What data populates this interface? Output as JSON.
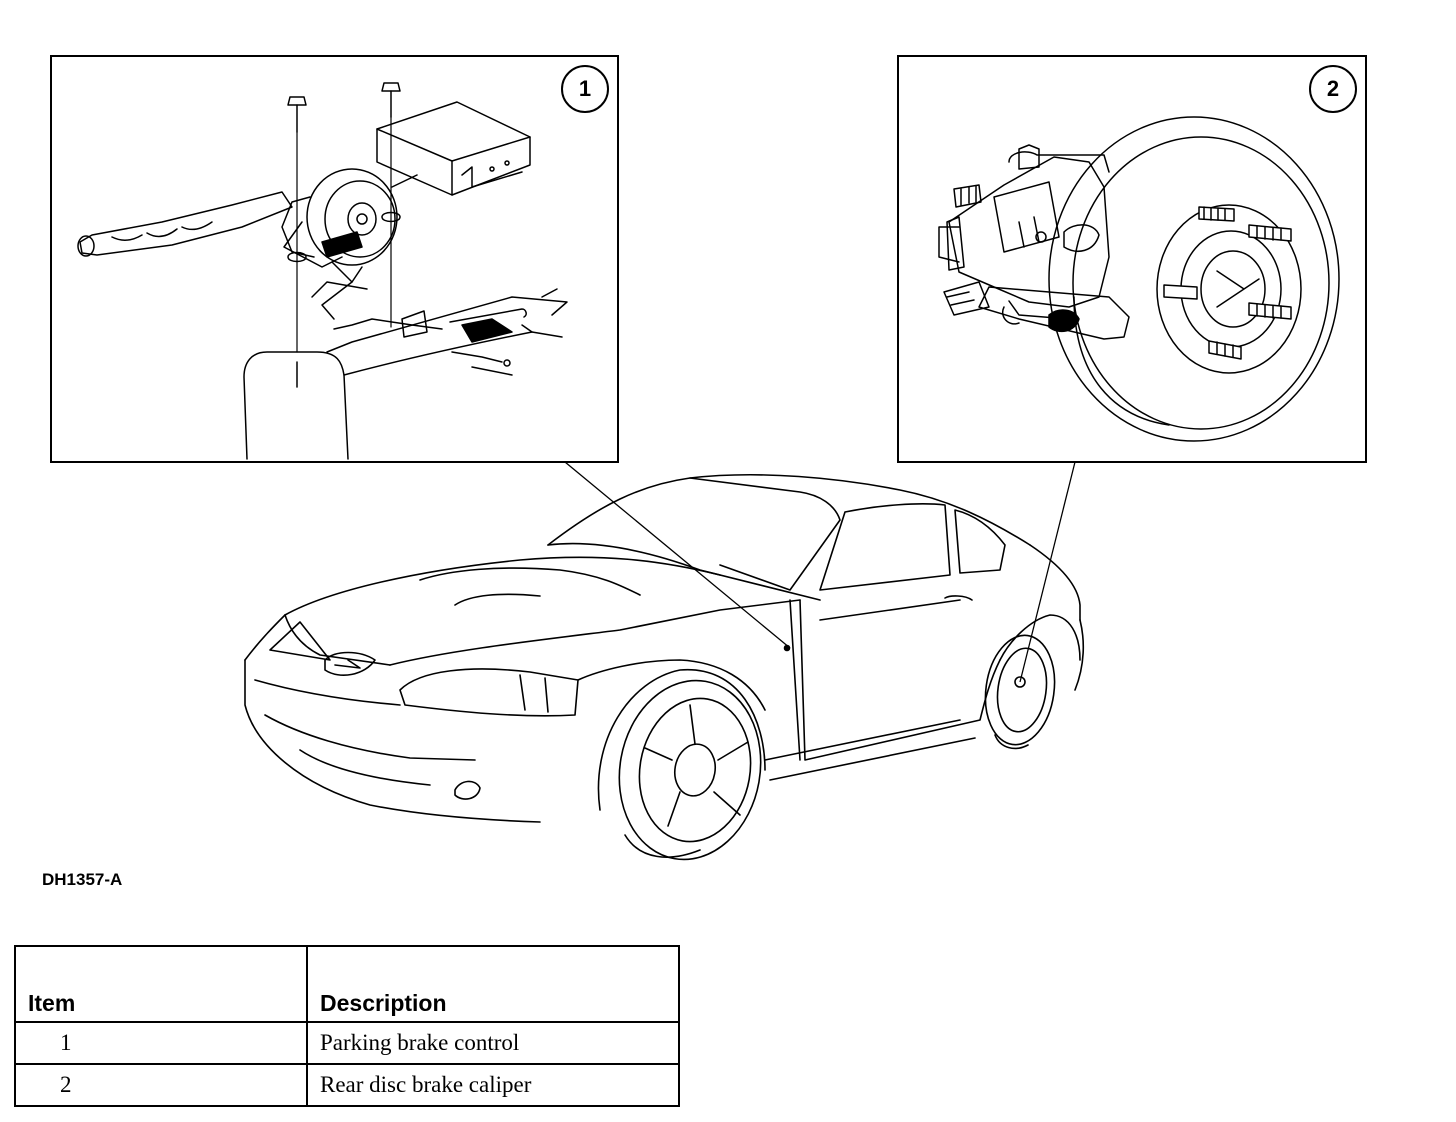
{
  "figure": {
    "id_label": "DH1357-A",
    "callouts": [
      {
        "number": "1"
      },
      {
        "number": "2"
      }
    ]
  },
  "legend": {
    "headers": {
      "item": "Item",
      "description": "Description"
    },
    "rows": [
      {
        "item": "1",
        "description": "Parking brake control"
      },
      {
        "item": "2",
        "description": "Rear disc brake caliper"
      }
    ]
  }
}
